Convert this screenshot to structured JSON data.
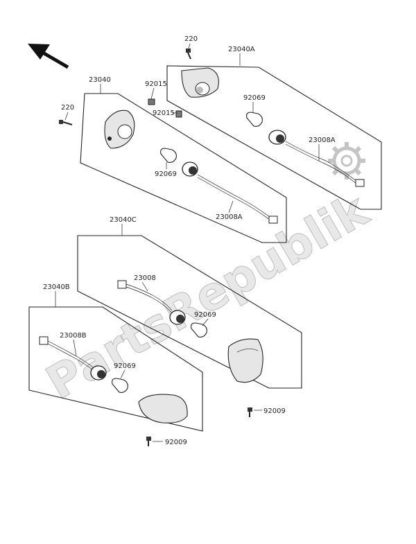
{
  "watermark": "PartsRepublik",
  "labels": {
    "p220_top": "220",
    "p23040a": "23040A",
    "p23040": "23040",
    "p92015_a": "92015",
    "p220_left": "220",
    "p92069_a": "92069",
    "p92015_b": "92015",
    "p23008a_right": "23008A",
    "p92069_b": "92069",
    "p23008a_left": "23008A",
    "p23040c": "23040C",
    "p23008": "23008",
    "p23040b": "23040B",
    "p92069_c": "92069",
    "p23008b": "23008B",
    "p92069_d": "92069",
    "p92009_right": "92009",
    "p92009_bottom": "92009"
  }
}
